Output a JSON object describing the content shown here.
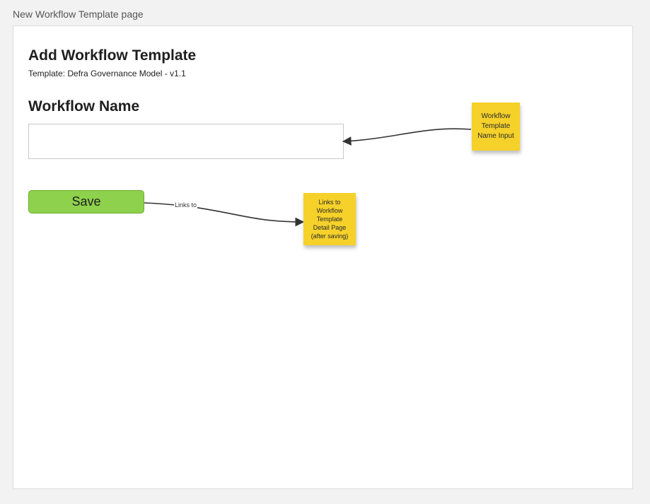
{
  "page": {
    "label": "New Workflow Template page"
  },
  "form": {
    "title": "Add Workflow Template",
    "subtitle": "Template: Defra Governance Model - v1.1",
    "section_heading": "Workflow Name",
    "name_input_value": "",
    "name_input_placeholder": "",
    "save_label": "Save"
  },
  "annotations": {
    "name_input_note": "Workflow\nTemplate\nName Input",
    "save_note": "Links to\nWorkflow\nTemplate\nDetail Page\n(after saving)",
    "save_connector_label": "Links to"
  },
  "colors": {
    "save_button": "#8ed14c",
    "sticky_note": "#f5d12a",
    "background": "#f2f2f2"
  }
}
